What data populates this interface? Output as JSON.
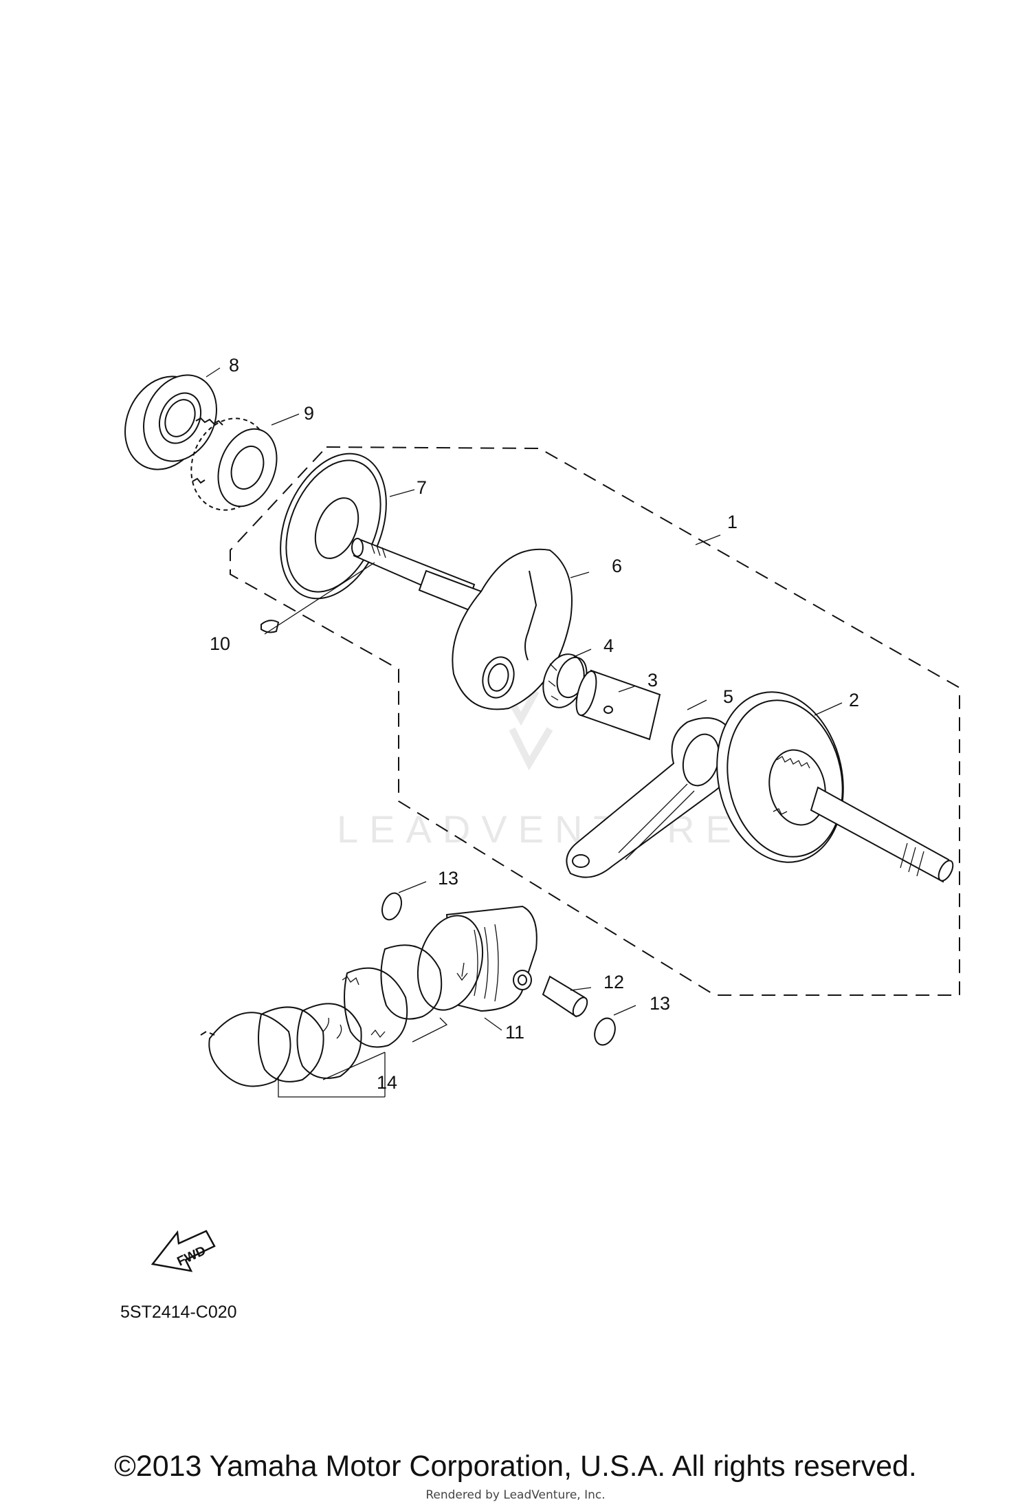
{
  "diagram_code": "5ST2414-C020",
  "fwd_label": "FWD",
  "copyright": "©2013 Yamaha Motor Corporation, U.S.A. All rights reserved.",
  "rendered_by": "Rendered by LeadVenture, Inc.",
  "watermark": "LEADVENTURE",
  "callouts": {
    "c1": "1",
    "c2": "2",
    "c3": "3",
    "c4": "4",
    "c5": "5",
    "c6": "6",
    "c7": "7",
    "c8": "8",
    "c9": "9",
    "c10": "10",
    "c11": "11",
    "c12": "12",
    "c13a": "13",
    "c13b": "13",
    "c14": "14"
  }
}
